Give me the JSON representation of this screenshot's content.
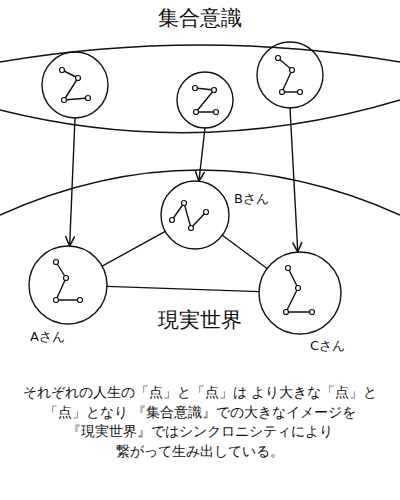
{
  "diagram": {
    "caption": "それぞれの人生の「点」と「点」は より大きな「点」と「点」となり 『集合意識』での大きなイメージを 『現実世界』ではシンクロニシティにより 繋がって生み出している。",
    "nodes": [
      {
        "text": [
          "集合意識"
        ]
      },
      {
        "text": [
          "現実世界"
        ]
      },
      {
        "text": [
          "Bさん"
        ],
        "in": 1
      },
      {
        "text": [
          "Aさん"
        ],
        "in": 1
      },
      {
        "text": [
          "Cさん"
        ],
        "in": 1
      }
    ],
    "edges": [
      {
        "from": 0,
        "to": 3,
        "arrow": "to"
      },
      {
        "from": 0,
        "to": 2,
        "arrow": "to"
      },
      {
        "from": 0,
        "to": 4,
        "arrow": "to"
      },
      {
        "from": 3,
        "to": 2,
        "arrow": "none"
      },
      {
        "from": 2,
        "to": 4,
        "arrow": "none"
      },
      {
        "from": 3,
        "to": 4,
        "arrow": "none"
      }
    ]
  }
}
